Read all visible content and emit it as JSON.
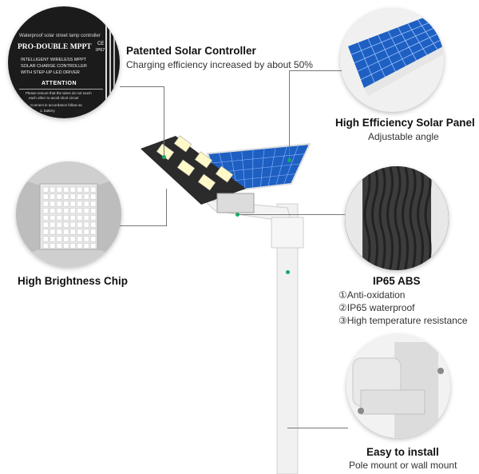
{
  "controller": {
    "title": "Patented Solar Controller",
    "subtitle": "Charging efficiency increased by about 50%",
    "label_top": "Waterproof solar street lamp controller",
    "label_brand": "PRO-DOUBLE MPPT",
    "label_ce": "CE",
    "label_ip": "IP67",
    "label_line1": "INTELLIGENT WIRELESS MPPT",
    "label_line2": "SOLAR CHARGE CONTROLLER",
    "label_line3": "WITH STEP-UP LED DRIVER",
    "label_attention": "ATTENTION",
    "label_warn1": "Please ensure that the wires do not touch",
    "label_warn2": "each other to avoid short circuit",
    "label_warn3": "Connect in accordance follow as",
    "label_warn4": "1. battery"
  },
  "panel": {
    "title": "High Efficiency Solar Panel",
    "subtitle": "Adjustable angle"
  },
  "chip": {
    "title": "High Brightness Chip"
  },
  "housing": {
    "title": "IP65 ABS",
    "features": [
      "①Anti-oxidation",
      "②IP65 waterproof",
      "③High temperature resistance"
    ]
  },
  "mount": {
    "title": "Easy to install",
    "subtitle": "Pole mount or wall mount"
  },
  "colors": {
    "accent_dot": "#1aa86a",
    "panel_blue": "#1e5fc2",
    "body_dark": "#2b2b2b"
  }
}
